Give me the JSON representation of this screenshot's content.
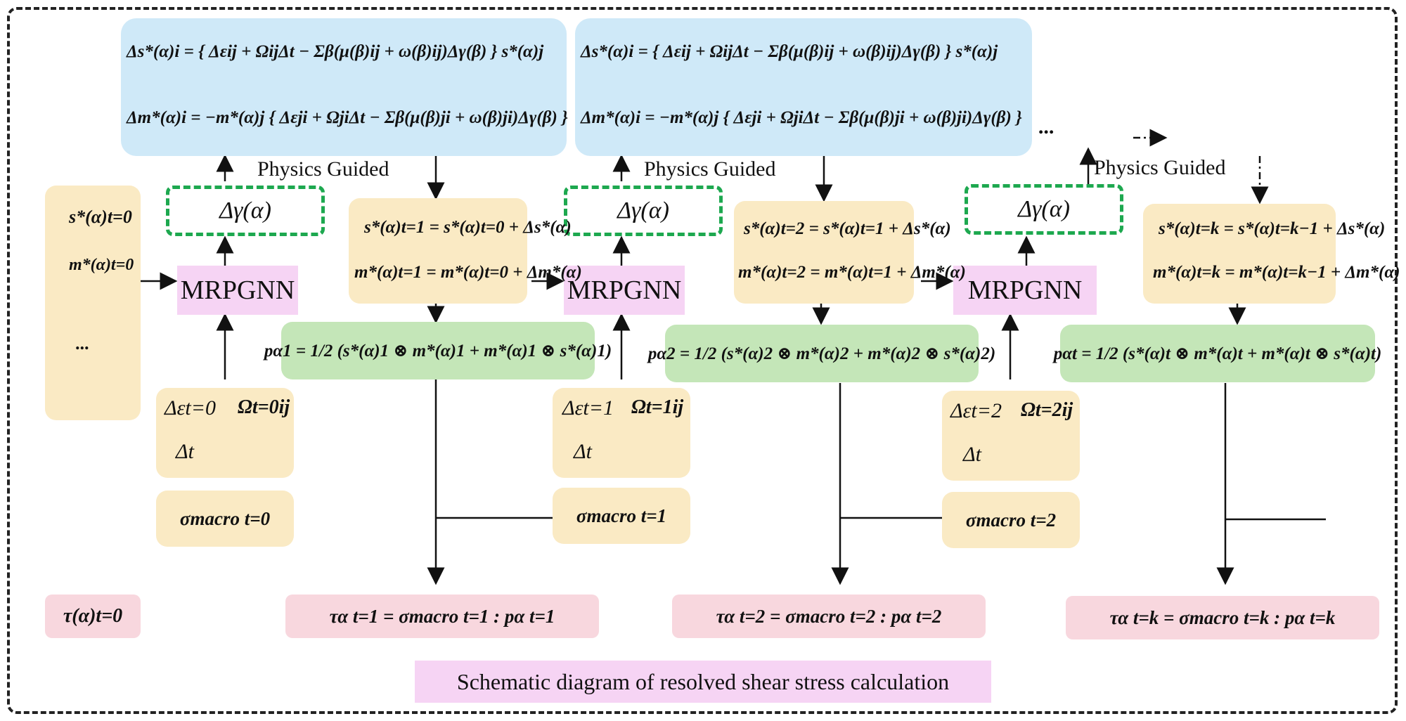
{
  "diagram": {
    "caption": "Schematic diagram of resolved shear stress calculation",
    "physics_label": "Physics Guided",
    "network_label": "MRPGNN",
    "delta_gamma": "Δγ(α)",
    "ellipsis": "...",
    "top_ellipsis": "...",
    "initial_state": {
      "s": "s*(α)t=0",
      "m": "m*(α)t=0",
      "more": "..."
    },
    "tau_initial": "τ(α)t=0",
    "update_equations": {
      "ds": "Δs*(α)i = { Δεij + ΩijΔt − Σβ(μ(β)ij + ω(β)ij)Δγ(β) } s*(α)j",
      "dm": "Δm*(α)i = −m*(α)j { Δεji + ΩjiΔt − Σβ(μ(β)ji + ω(β)ji)Δγ(β) }"
    },
    "steps": [
      {
        "s_update": "s*(α)t=1 = s*(α)t=0 + Δs*(α)",
        "m_update": "m*(α)t=1 = m*(α)t=0 + Δm*(α)",
        "p": "pα1 = 1/2 (s*(α)1 ⊗ m*(α)1 + m*(α)1 ⊗ s*(α)1)",
        "tau": "τα t=1 = σmacro t=1 : pα t=1"
      },
      {
        "s_update": "s*(α)t=2 = s*(α)t=1 + Δs*(α)",
        "m_update": "m*(α)t=2 = m*(α)t=1 + Δm*(α)",
        "p": "pα2 = 1/2 (s*(α)2 ⊗ m*(α)2 + m*(α)2 ⊗ s*(α)2)",
        "tau": "τα t=2 = σmacro t=2 : pα t=2"
      },
      {
        "s_update": "s*(α)t=k = s*(α)t=k−1 + Δs*(α)",
        "m_update": "m*(α)t=k = m*(α)t=k−1 + Δm*(α)",
        "p": "pαt = 1/2 (s*(α)t ⊗ m*(α)t + m*(α)t ⊗ s*(α)t)",
        "tau": "τα t=k = σmacro t=k : pα t=k"
      }
    ],
    "inputs": [
      {
        "strain": "Δεt=0",
        "omega": "Ωt=0ij",
        "dt": "Δt",
        "sigma": "σmacro t=0"
      },
      {
        "strain": "Δεt=1",
        "omega": "Ωt=1ij",
        "dt": "Δt",
        "sigma": "σmacro t=1"
      },
      {
        "strain": "Δεt=2",
        "omega": "Ωt=2ij",
        "dt": "Δt",
        "sigma": "σmacro t=2"
      }
    ]
  }
}
